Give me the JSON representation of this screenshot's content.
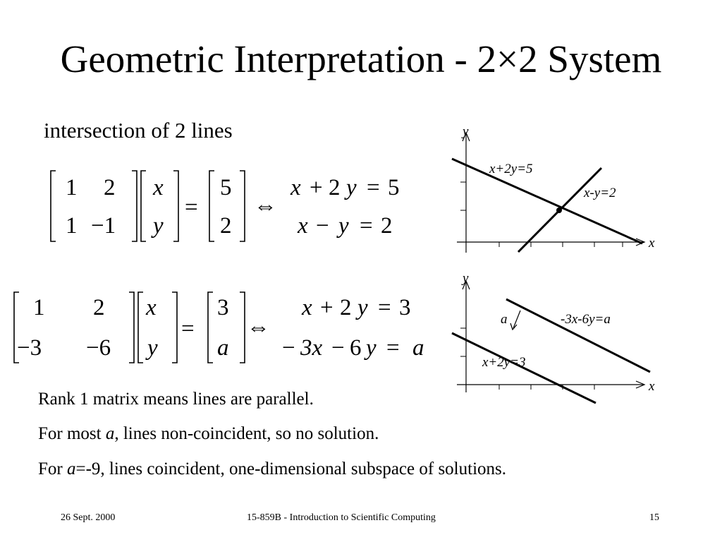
{
  "title": "Geometric Interpretation - 2×2 System",
  "subtitle": "intersection of 2 lines",
  "system1": {
    "matrix": [
      [
        "1",
        "2"
      ],
      [
        "1",
        "−1"
      ]
    ],
    "vars": [
      "x",
      "y"
    ],
    "rhs": [
      "5",
      "2"
    ],
    "equals": "=",
    "iff": "⇔",
    "eq1": {
      "a": "x",
      "op1": "+",
      "b": "2",
      "c": "y",
      "op2": "=",
      "d": "5"
    },
    "eq2": {
      "a": "x",
      "op1": "−",
      "c": "y",
      "op2": "=",
      "d": "2"
    }
  },
  "system2": {
    "matrix": [
      [
        "1",
        "2"
      ],
      [
        "−3",
        "−6"
      ]
    ],
    "vars": [
      "x",
      "y"
    ],
    "rhs": [
      "3",
      "a"
    ],
    "equals": "=",
    "iff": "⇔",
    "eq1": {
      "a": "x",
      "op1": "+",
      "b": "2",
      "c": "y",
      "op2": "=",
      "d": "3"
    },
    "eq2": {
      "neg": "−",
      "a": "3x",
      "op1": "−",
      "b": "6",
      "c": "y",
      "op2": "=",
      "d": "a"
    }
  },
  "graph1": {
    "x_axis": "x",
    "y_axis": "y",
    "line1_label": "x+2y=5",
    "line2_label": "x-y=2"
  },
  "graph2": {
    "x_axis": "x",
    "y_axis": "y",
    "line1_label": "-3x-6y=a",
    "line2_label": "x+2y=3",
    "shift_label": "a"
  },
  "bullets": {
    "b1": "Rank 1 matrix means lines are parallel.",
    "b2_pre": "For most ",
    "b2_var": "a",
    "b2_post": ", lines non-coincident, so no solution.",
    "b3_pre": "For ",
    "b3_var": "a",
    "b3_post": "=-9, lines coincident, one-dimensional subspace of solutions."
  },
  "footer": {
    "date": "26 Sept. 2000",
    "course": "15-859B - Introduction to Scientific Computing",
    "page": "15"
  }
}
